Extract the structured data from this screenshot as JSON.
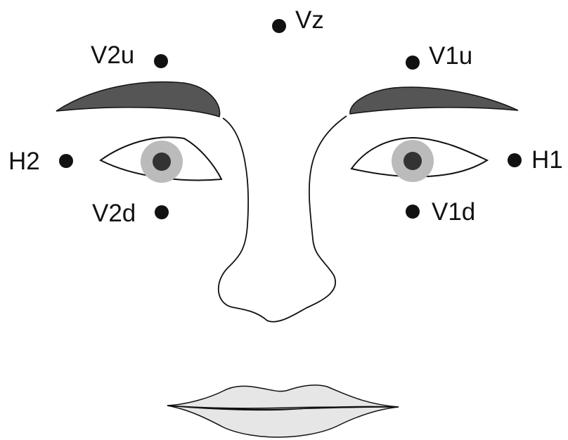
{
  "colors": {
    "ink": "#111111",
    "brow": "#555555",
    "iris": "#bbbbbb",
    "pupil": "#333333",
    "lip": "#e6e6e6",
    "eye_white": "#ffffff"
  },
  "electrodes": [
    {
      "id": "vz",
      "label": "Vz"
    },
    {
      "id": "v2u",
      "label": "V2u"
    },
    {
      "id": "v1u",
      "label": "V1u"
    },
    {
      "id": "h2",
      "label": "H2"
    },
    {
      "id": "h1",
      "label": "H1"
    },
    {
      "id": "v2d",
      "label": "V2d"
    },
    {
      "id": "v1d",
      "label": "V1d"
    }
  ]
}
